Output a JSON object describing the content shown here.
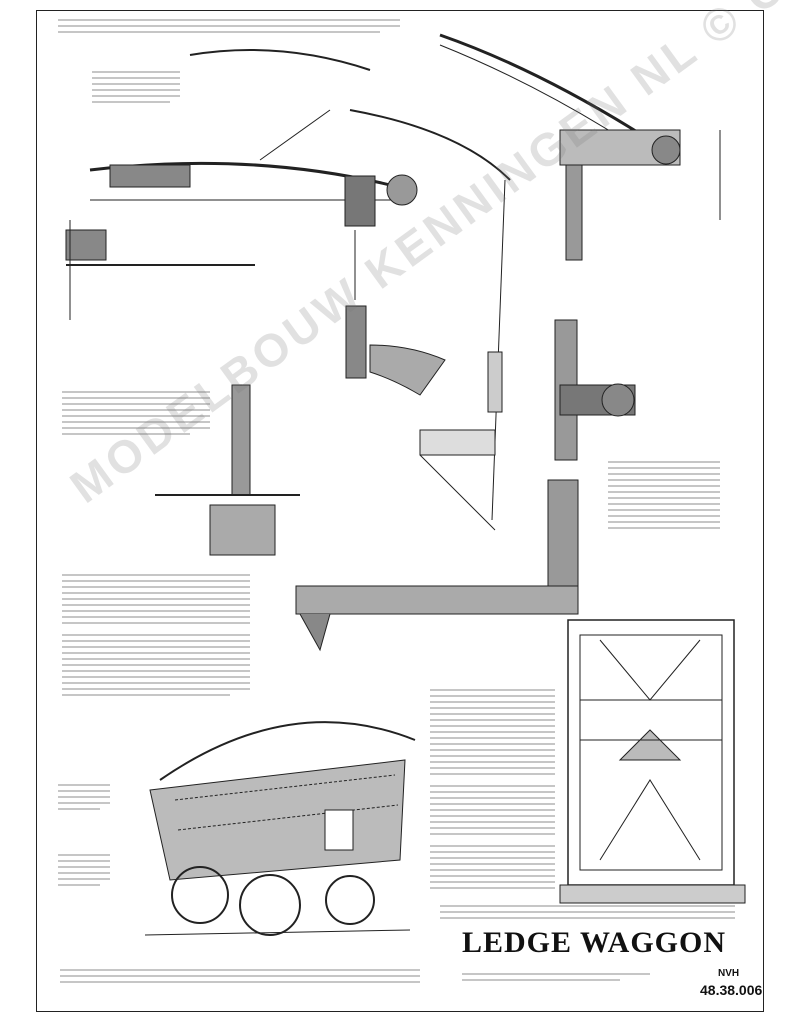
{
  "title": "LEDGE WAGGON",
  "code_a": "NVH",
  "code_b": "48.38.006",
  "watermark": "MODELBOUW KENNINGEN NL © COPYRIGHT"
}
